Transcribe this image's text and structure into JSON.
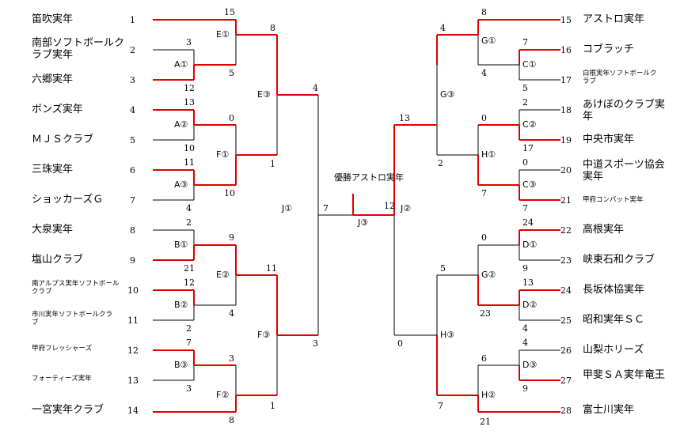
{
  "teams": {
    "t1": {
      "seed": "1",
      "name": "笛吹実年"
    },
    "t2": {
      "seed": "2",
      "name": "南部ソフトボールクラブ実年"
    },
    "t3": {
      "seed": "3",
      "name": "六郷実年"
    },
    "t4": {
      "seed": "4",
      "name": "ボンズ実年"
    },
    "t5": {
      "seed": "5",
      "name": "ＭＪＳクラブ"
    },
    "t6": {
      "seed": "6",
      "name": "三珠実年"
    },
    "t7": {
      "seed": "7",
      "name": "ショッカーズＧ"
    },
    "t8": {
      "seed": "8",
      "name": "大泉実年"
    },
    "t9": {
      "seed": "9",
      "name": "塩山クラブ"
    },
    "t10": {
      "seed": "10",
      "name": "南アルプス実年ソフトボールクラブ"
    },
    "t11": {
      "seed": "11",
      "name": "市川実年ソフトボールクラブ"
    },
    "t12": {
      "seed": "12",
      "name": "甲府フレッシャーズ"
    },
    "t13": {
      "seed": "13",
      "name": "フォーティーズ実年"
    },
    "t14": {
      "seed": "14",
      "name": "一宮実年クラブ"
    },
    "t15": {
      "seed": "15",
      "name": "アストロ実年"
    },
    "t16": {
      "seed": "16",
      "name": "コブラッチ"
    },
    "t17": {
      "seed": "17",
      "name": "白根実年ソフトボールクラブ"
    },
    "t18": {
      "seed": "18",
      "name": "あけぼのクラブ実年"
    },
    "t19": {
      "seed": "19",
      "name": "中央市実年"
    },
    "t20": {
      "seed": "20",
      "name": "中道スポーツ協会 実年"
    },
    "t21": {
      "seed": "21",
      "name": "甲府コンバット実年"
    },
    "t22": {
      "seed": "22",
      "name": "高根実年"
    },
    "t23": {
      "seed": "23",
      "name": "峡東石和クラブ"
    },
    "t24": {
      "seed": "24",
      "name": "長坂体協実年"
    },
    "t25": {
      "seed": "25",
      "name": "昭和実年ＳＣ"
    },
    "t26": {
      "seed": "26",
      "name": "山梨ホリーズ"
    },
    "t27": {
      "seed": "27",
      "name": "甲斐ＳＡ実年竜王"
    },
    "t28": {
      "seed": "28",
      "name": "富士川実年"
    }
  },
  "matches": {
    "A1": "A①",
    "A2": "A②",
    "A3": "A③",
    "B1": "B①",
    "B2": "B②",
    "B3": "B③",
    "C1": "C①",
    "C2": "C②",
    "C3": "C③",
    "D1": "D①",
    "D2": "D②",
    "D3": "D③",
    "E1": "E①",
    "E2": "E②",
    "E3": "E③",
    "F1": "F①",
    "F2": "F②",
    "F3": "F③",
    "G1": "G①",
    "G2": "G②",
    "G3": "G③",
    "H1": "H①",
    "H2": "H②",
    "H3": "H③",
    "J1": "J①",
    "J2": "J②",
    "J3": "J③"
  },
  "scores": {
    "A1_top": "3",
    "A1_bot": "12",
    "A2_top": "13",
    "A2_bot": "10",
    "A3_top": "11",
    "A3_bot": "4",
    "B1_top": "2",
    "B1_bot": "21",
    "B2_top": "12",
    "B2_bot": "2",
    "B3_top": "7",
    "B3_bot": "3",
    "E1_top": "15",
    "E1_bot": "5",
    "F1_top": "0",
    "F1_bot": "10",
    "E2_top": "9",
    "E2_bot": "4",
    "F2_top": "3",
    "F2_bot": "8",
    "E3_top": "8",
    "E3_bot": "1",
    "F3_top": "11",
    "F3_bot": "1",
    "J1_top": "4",
    "J1_bot": "3",
    "J3_left": "7",
    "J3_right": "12",
    "C1_top": "7",
    "C1_bot": "5",
    "C2_top": "2",
    "C2_bot": "17",
    "C3_top": "0",
    "C3_bot": "7",
    "D1_top": "24",
    "D1_bot": "9",
    "D2_top": "13",
    "D2_bot": "4",
    "D3_top": "4",
    "D3_bot": "9",
    "G1_top": "8",
    "G1_bot": "4",
    "H1_top": "0",
    "H1_bot": "7",
    "G2_top": "0",
    "G2_bot": "23",
    "H2_top": "6",
    "H2_bot": "21",
    "G3_top": "4",
    "G3_bot": "2",
    "H3_top": "5",
    "H3_bot": "7",
    "J2_top": "13",
    "J2_bot": "0"
  },
  "champion": "優勝アストロ実年",
  "colors": {
    "winner_line": "#e00000",
    "loser_line": "#000000"
  }
}
